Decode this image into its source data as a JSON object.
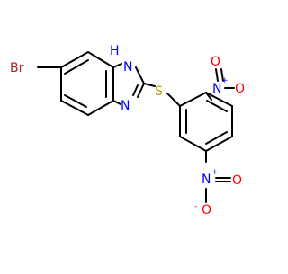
{
  "molecule": {
    "atom_labels": {
      "bromine": "Br",
      "nh_nitrogen": "N",
      "nh_hydrogen": "H",
      "imine_nitrogen": "N",
      "sulfur": "S",
      "nitro1_nitrogen": "N",
      "nitro1_plus": "+",
      "nitro1_oxygen_top": "O",
      "nitro1_oxygen_right": "O",
      "nitro1_minus": "-",
      "nitro2_nitrogen": "N",
      "nitro2_plus": "+",
      "nitro2_oxygen_right": "O",
      "nitro2_oxygen_bottom": "O",
      "nitro2_minus": "-"
    },
    "colors": {
      "bond": "#000000",
      "bromine": "#a52a2a",
      "nitrogen": "#0000ff",
      "sulfur": "#b8a300",
      "oxygen": "#ff0000"
    }
  }
}
